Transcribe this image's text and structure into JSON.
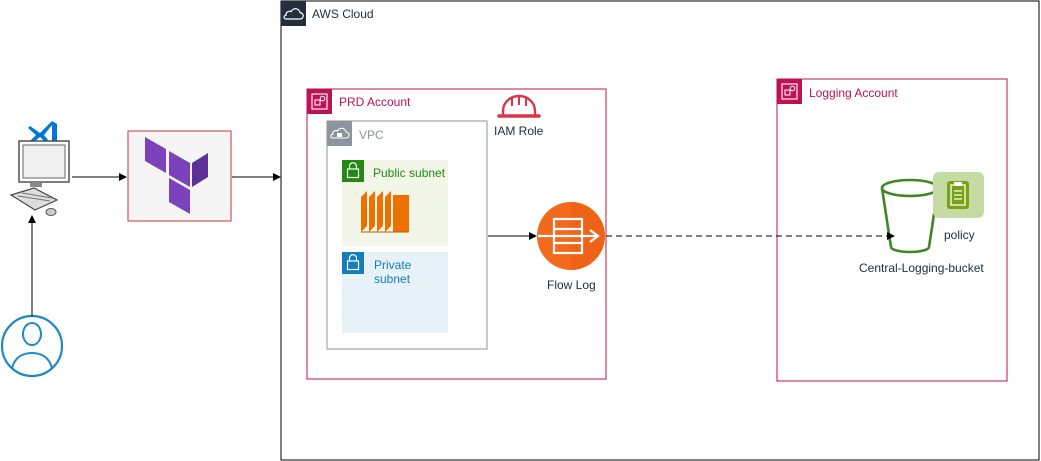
{
  "aws_cloud": {
    "label": "AWS Cloud"
  },
  "prd_account": {
    "label": "PRD Account"
  },
  "iam_role": {
    "label": "IAM Role"
  },
  "vpc": {
    "label": "VPC"
  },
  "public_subnet": {
    "label": "Public subnet"
  },
  "private_subnet": {
    "label": "Private subnet"
  },
  "flow_log": {
    "label": "Flow Log"
  },
  "logging_account": {
    "label": "Logging Account"
  },
  "bucket": {
    "label": "Central-Logging-bucket"
  },
  "policy": {
    "label": "policy"
  },
  "colors": {
    "account_pink": "#bc1356",
    "vpc_gray": "#8c959d",
    "public_green": "#248814",
    "public_fill": "#f2f6e8",
    "private_blue": "#147eba",
    "private_fill": "#e6f2f8",
    "ec2_orange": "#ed7100",
    "flowlog_orange": "#f26b1d",
    "s3_green": "#3f8624",
    "policy_green": "#7aa116",
    "terraform_purple": "#7b42bc",
    "vscode_blue": "#0078d4",
    "user_blue": "#1e88c8",
    "iam_red": "#dd344c"
  },
  "icons": [
    "vscode-icon",
    "computer-icon",
    "terraform-icon",
    "user-icon",
    "aws-cloud-icon",
    "account-icon",
    "iam-role-icon",
    "vpc-cloud-icon",
    "lock-icon",
    "ec2-icon",
    "flow-log-icon",
    "s3-bucket-icon",
    "policy-icon"
  ]
}
